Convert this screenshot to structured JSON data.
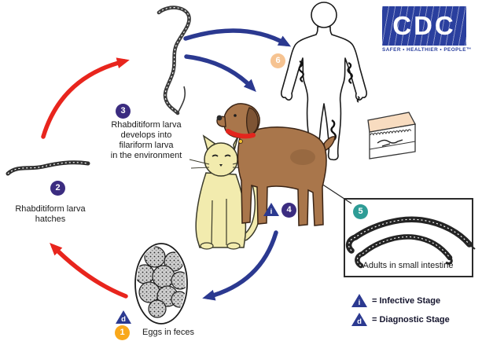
{
  "title": "Parasite life cycle diagram (CDC)",
  "logo": {
    "text": "CDC",
    "tagline": "SAFER • HEALTHIER • PEOPLE™"
  },
  "stages": {
    "s1": {
      "number": "1",
      "label": "Eggs in feces",
      "circle_color": "#F9A81B"
    },
    "s2": {
      "number": "2",
      "lines": [
        "Rhabditiform larva",
        "hatches"
      ],
      "circle_color": "#3B2C80"
    },
    "s3": {
      "number": "3",
      "lines": [
        "Rhabditiform larva",
        "develops into",
        "filariform larva",
        "in the environment"
      ],
      "circle_color": "#3B2C80"
    },
    "s4": {
      "number": "4",
      "circle_color": "#3B2C80"
    },
    "s5": {
      "number": "5",
      "label": "Adults in small intestine",
      "circle_color": "#2E9C96"
    },
    "s6": {
      "number": "6",
      "circle_color": "#F6C391"
    }
  },
  "markers": {
    "infective": "i",
    "diagnostic": "d"
  },
  "legend": {
    "infective": {
      "symbol": "i",
      "text": "= Infective Stage"
    },
    "diagnostic": {
      "symbol": "d",
      "text": "= Diagnostic Stage"
    }
  },
  "colors": {
    "red_arrow": "#E8251D",
    "blue_arrow": "#2B3990",
    "triangle_blue": "#2B3990",
    "logo_blue": "#2A3F9E"
  }
}
